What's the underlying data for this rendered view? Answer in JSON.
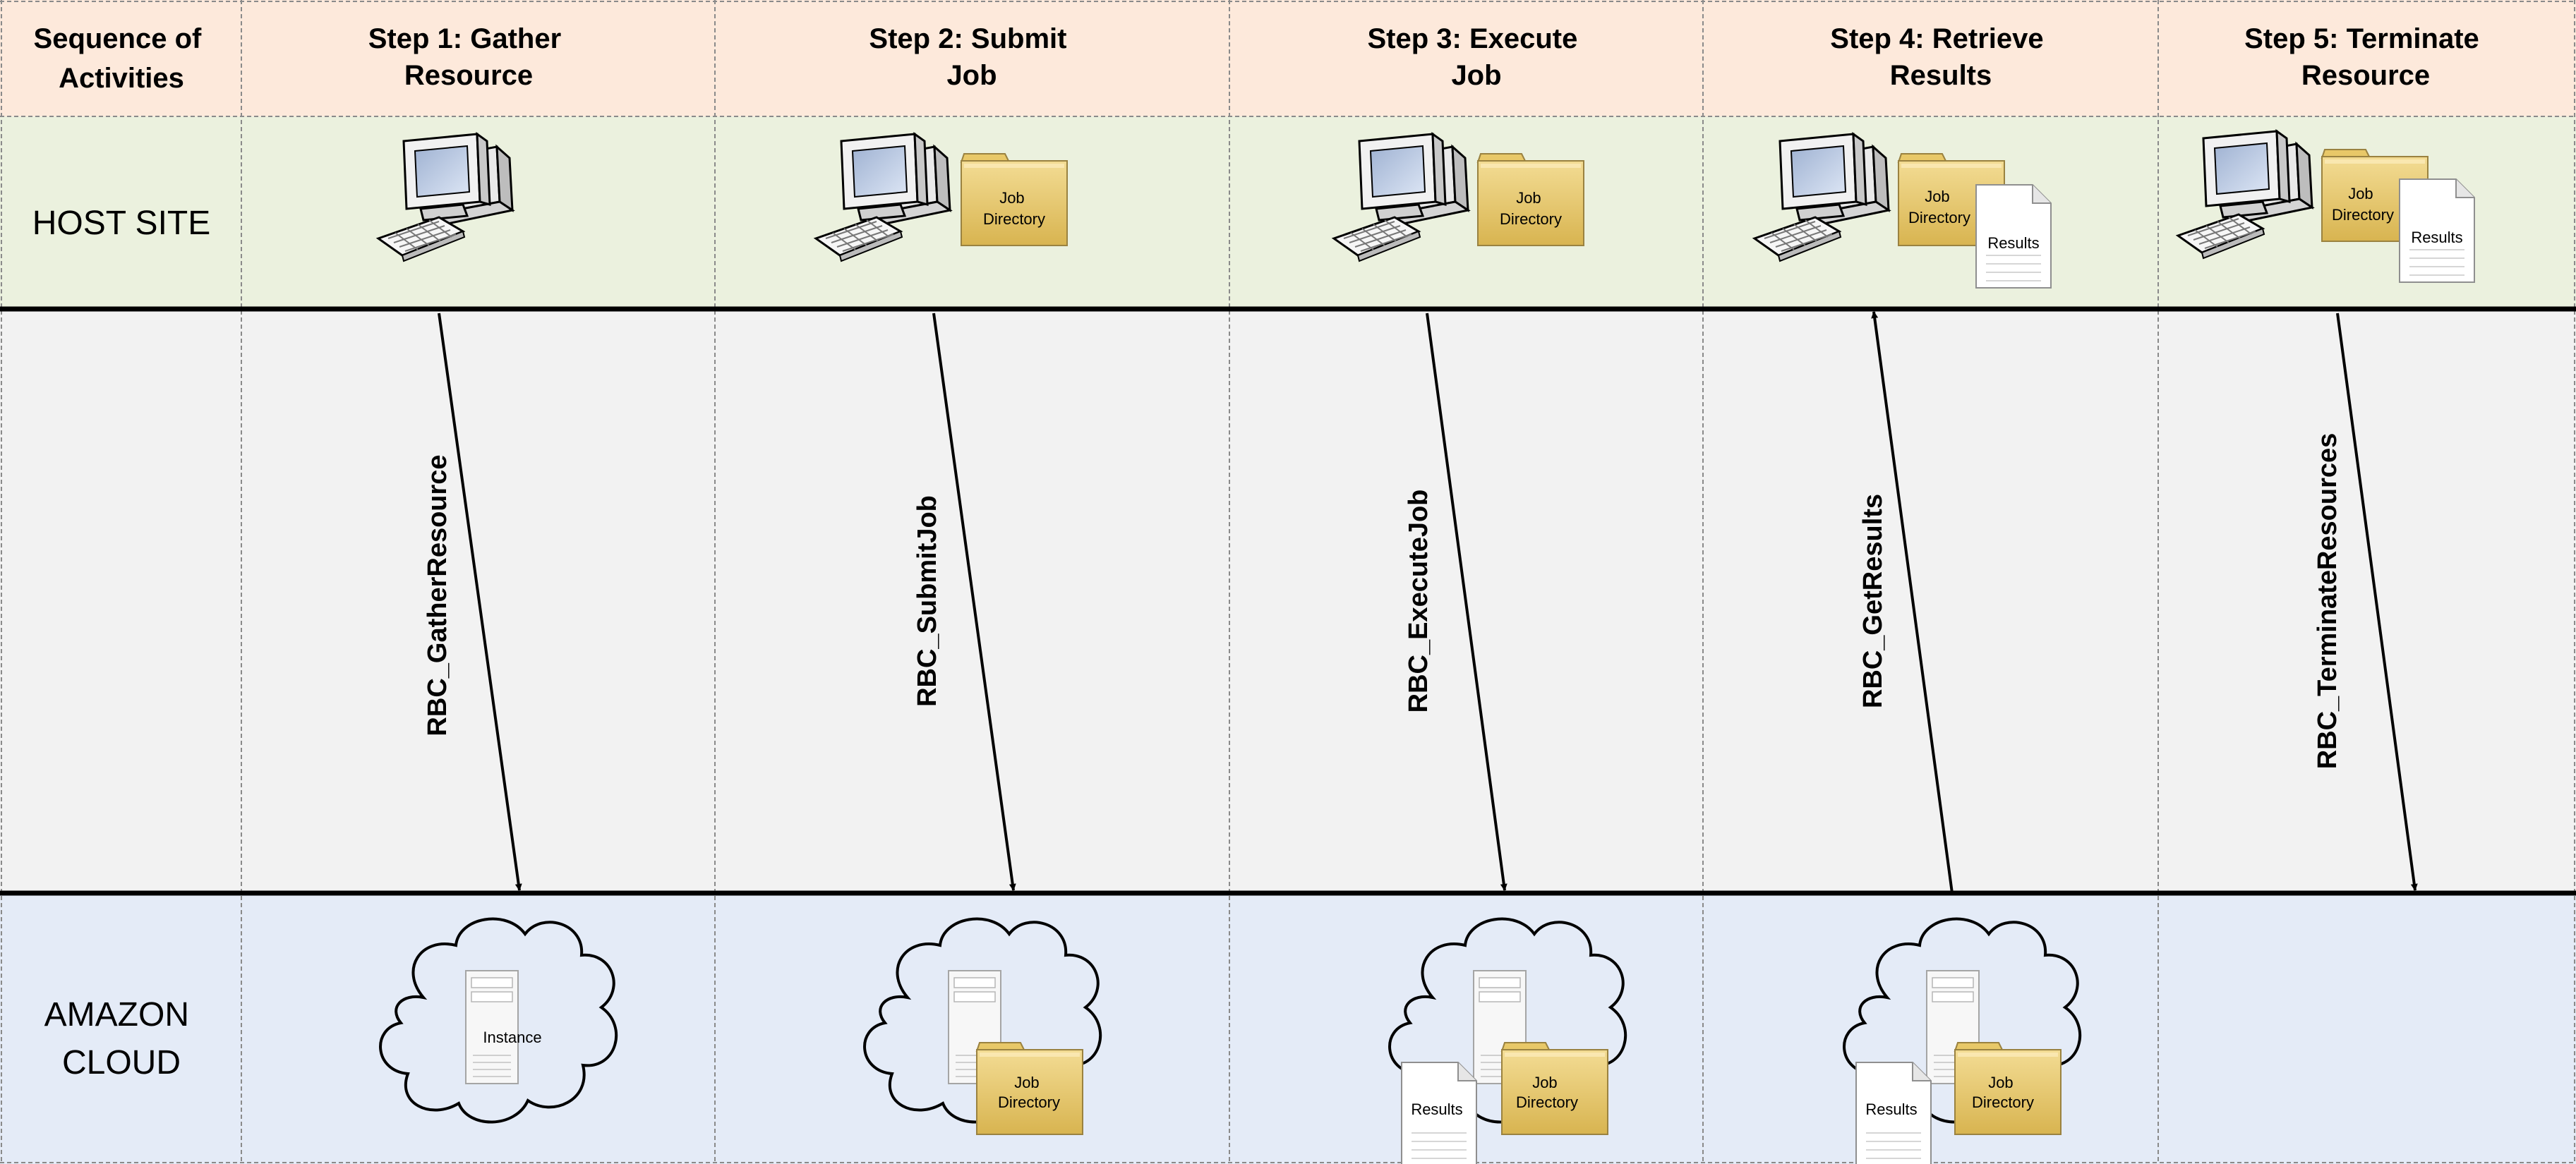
{
  "header": {
    "corner": [
      "Sequence of",
      "Activities"
    ],
    "steps": [
      [
        "Step 1: Gather",
        "Resource"
      ],
      [
        "Step 2: Submit",
        "Job"
      ],
      [
        "Step 3: Execute",
        "Job"
      ],
      [
        "Step 4: Retrieve",
        "Results"
      ],
      [
        "Step 5: Terminate",
        "Resource"
      ]
    ]
  },
  "rows": {
    "host": "HOST SITE",
    "cloud": [
      "AMAZON",
      "CLOUD"
    ]
  },
  "calls": [
    "RBC_GatherResource",
    "RBC_SubmitJob",
    "RBC_ExecuteJob",
    "RBC_GetResults",
    "RBC_TerminateResources"
  ],
  "item_labels": {
    "job_directory": [
      "Job",
      "Directory"
    ],
    "results": "Results",
    "instance": "Instance"
  },
  "colors": {
    "header_bg": "#fde9db",
    "host_bg": "#ebf1de",
    "middle_bg": "#f2f2f2",
    "cloud_bg": "#e4ebf7"
  }
}
